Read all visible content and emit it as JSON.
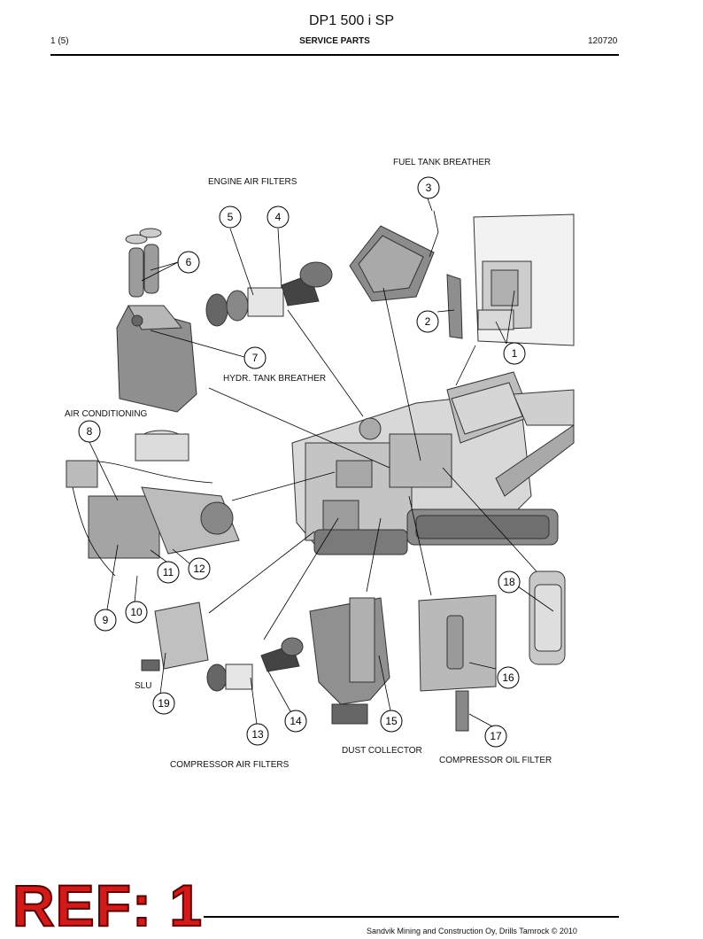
{
  "header": {
    "title": "DP1 500 i SP",
    "page": "1 (5)",
    "section": "SERVICE PARTS",
    "code": "120720"
  },
  "labels": {
    "fuel_tank_breather": "FUEL TANK BREATHER",
    "engine_air_filters": "ENGINE AIR FILTERS",
    "hydr_tank_breather": "HYDR. TANK BREATHER",
    "air_conditioning": "AIR CONDITIONING",
    "slu": "SLU",
    "dust_collector": "DUST COLLECTOR",
    "compressor_oil_filter": "COMPRESSOR OIL FILTER",
    "compressor_air_filters": "COMPRESSOR AIR FILTERS"
  },
  "callouts": [
    "1",
    "2",
    "3",
    "4",
    "5",
    "6",
    "7",
    "8",
    "9",
    "10",
    "11",
    "12",
    "13",
    "14",
    "15",
    "16",
    "17",
    "18",
    "19"
  ],
  "stamp": "REF: 1",
  "footer": "Sandvik Mining and Construction Oy, Drills Tamrock © 2010",
  "colors": {
    "stamp_red": "#d11a1a",
    "ink": "#111111",
    "part_gray": "#9a9a9a"
  }
}
